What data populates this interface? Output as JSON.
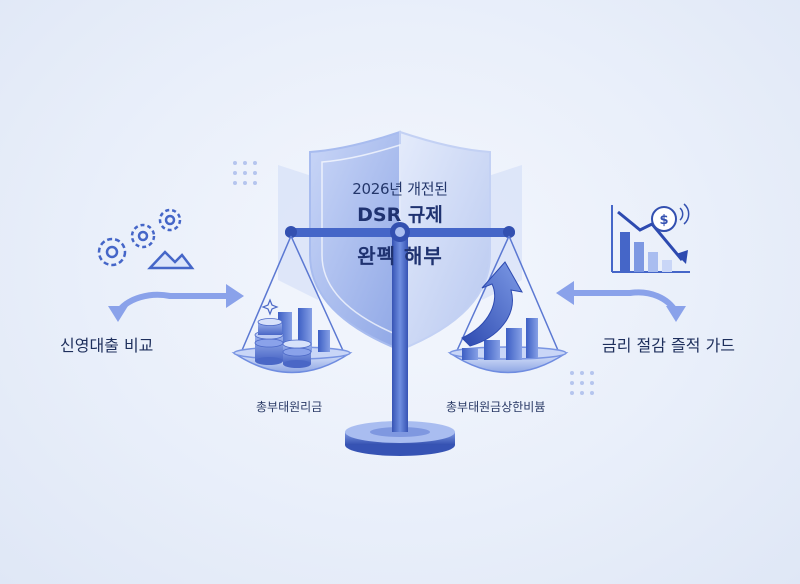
{
  "title": {
    "line1": "2026년 개전된",
    "line2": "DSR 규제",
    "line3": "완폑 해부"
  },
  "left": {
    "side_label": "신영대출 비교",
    "pan_label": "총부태원리금"
  },
  "right": {
    "side_label": "금리 절감 즐적 가드",
    "pan_label": "총부태원금상한비븀"
  },
  "icons": {
    "left_top": "gears-icon",
    "right_top": "declining-chart-dollar-icon",
    "center": "shield-icon",
    "balance": "balance-scale-icon",
    "left_pan_content": "coin-stacks-icon",
    "right_pan_content": "growth-bars-arrow-icon"
  },
  "colors": {
    "primary": "#3d5fc4",
    "dark_text": "#1e2f5c",
    "light_accent": "#a9bdf0",
    "background": "#eaf0fa"
  }
}
